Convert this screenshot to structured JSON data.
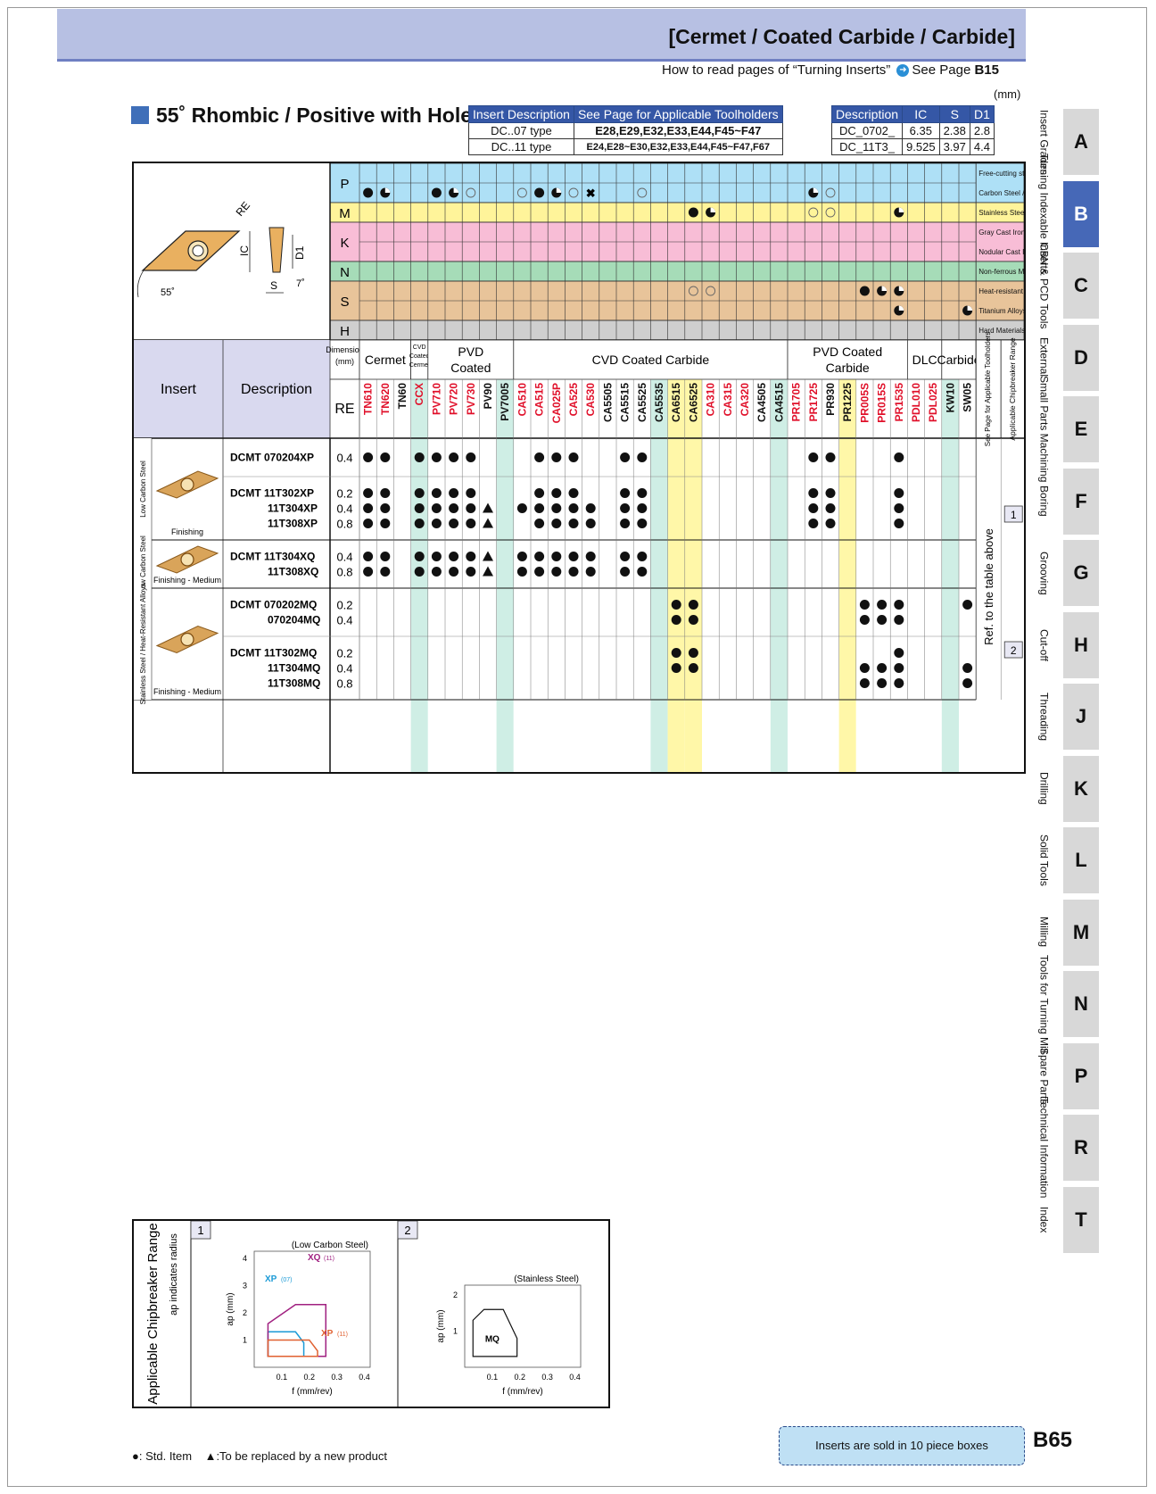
{
  "header": {
    "title": "[Cermet / Coated Carbide / Carbide]",
    "howto": "How to read pages of “Turning Inserts”",
    "see_page": "See Page",
    "see_page_num": "B15",
    "unit": "(mm)"
  },
  "section": {
    "title": "55˚ Rhombic / Positive with Hole"
  },
  "insert_desc": {
    "headers": [
      "Insert Description",
      "See Page for Applicable Toolholders"
    ],
    "rows": [
      [
        "DC..07 type",
        "E28,E29,E32,E33,E44,F45~F47"
      ],
      [
        "DC..11 type",
        "E24,E28~E30,E32,E33,E44,F45~F47,F67"
      ]
    ]
  },
  "dims": {
    "headers": [
      "Description",
      "IC",
      "S",
      "D1"
    ],
    "rows": [
      [
        "DC_0702_",
        "6.35",
        "2.38",
        "2.8"
      ],
      [
        "DC_11T3_",
        "9.525",
        "3.97",
        "4.4"
      ]
    ]
  },
  "diagram": {
    "labels": [
      "RE",
      "IC",
      "D1",
      "S",
      "7˚",
      "55˚"
    ]
  },
  "materials": [
    {
      "code": "P",
      "color": "#aee0f6",
      "sub": [
        {
          "label": "Free-cutting steel",
          "marks": []
        },
        {
          "label": "Carbon Steel / Alloy Steel",
          "marks": [
            [
              0,
              "f"
            ],
            [
              1,
              "h"
            ],
            [
              4,
              "f"
            ],
            [
              5,
              "h"
            ],
            [
              6,
              "o"
            ],
            [
              9,
              "o"
            ],
            [
              10,
              "f"
            ],
            [
              11,
              "h"
            ],
            [
              12,
              "o"
            ],
            [
              13,
              "x"
            ],
            [
              16,
              "o"
            ],
            [
              26,
              "h"
            ],
            [
              27,
              "o"
            ]
          ]
        }
      ]
    },
    {
      "code": "M",
      "color": "#fff49a",
      "sub": [
        {
          "label": "Stainless Steel",
          "marks": [
            [
              19,
              "f"
            ],
            [
              20,
              "h"
            ],
            [
              26,
              "o"
            ],
            [
              27,
              "o"
            ],
            [
              31,
              "h"
            ]
          ]
        }
      ]
    },
    {
      "code": "K",
      "color": "#f8bdd6",
      "sub": [
        {
          "label": "Gray Cast Iron",
          "marks": []
        },
        {
          "label": "Nodular Cast Iron",
          "marks": []
        }
      ]
    },
    {
      "code": "N",
      "color": "#a6dcb8",
      "sub": [
        {
          "label": "Non-ferrous Metals",
          "marks": []
        }
      ]
    },
    {
      "code": "S",
      "color": "#e8c49a",
      "sub": [
        {
          "label": "Heat-resistant Alloys",
          "marks": [
            [
              19,
              "o"
            ],
            [
              20,
              "o"
            ],
            [
              29,
              "f"
            ],
            [
              30,
              "h"
            ],
            [
              31,
              "h"
            ]
          ]
        },
        {
          "label": "Titanium Alloys",
          "marks": [
            [
              31,
              "h"
            ],
            [
              35,
              "h"
            ]
          ]
        }
      ]
    },
    {
      "code": "H",
      "color": "#cfcfcf",
      "sub": [
        {
          "label": "Hard Materials",
          "marks": []
        }
      ]
    }
  ],
  "groups": [
    {
      "label": "Dimension (mm)",
      "span": 1
    },
    {
      "label": "Cermet",
      "span": 3
    },
    {
      "label": "CVD Coated Cermet",
      "span": 1
    },
    {
      "label": "PVD Coated Cermet",
      "span": 5
    },
    {
      "label": "CVD Coated Carbide",
      "span": 16
    },
    {
      "label": "PVD Coated Carbide",
      "span": 7
    },
    {
      "label": "DLC",
      "span": 2
    },
    {
      "label": "Carbide",
      "span": 2
    }
  ],
  "grades": [
    {
      "n": "TN610",
      "c": "#e0102a",
      "bg": "#fff"
    },
    {
      "n": "TN620",
      "c": "#e0102a",
      "bg": "#fff"
    },
    {
      "n": "TN60",
      "c": "#111",
      "bg": "#fff"
    },
    {
      "n": "CCX",
      "c": "#e0102a",
      "bg": "#cfeee5"
    },
    {
      "n": "PV710",
      "c": "#e0102a",
      "bg": "#fff"
    },
    {
      "n": "PV720",
      "c": "#e0102a",
      "bg": "#fff"
    },
    {
      "n": "PV730",
      "c": "#e0102a",
      "bg": "#fff"
    },
    {
      "n": "PV90",
      "c": "#111",
      "bg": "#fff"
    },
    {
      "n": "PV7005",
      "c": "#111",
      "bg": "#cfeee5"
    },
    {
      "n": "CA510",
      "c": "#e0102a",
      "bg": "#fff"
    },
    {
      "n": "CA515",
      "c": "#e0102a",
      "bg": "#fff"
    },
    {
      "n": "CA025P",
      "c": "#e0102a",
      "bg": "#fff"
    },
    {
      "n": "CA525",
      "c": "#e0102a",
      "bg": "#fff"
    },
    {
      "n": "CA530",
      "c": "#e0102a",
      "bg": "#fff"
    },
    {
      "n": "CA5505",
      "c": "#111",
      "bg": "#fff"
    },
    {
      "n": "CA5515",
      "c": "#111",
      "bg": "#fff"
    },
    {
      "n": "CA5525",
      "c": "#111",
      "bg": "#fff"
    },
    {
      "n": "CA5535",
      "c": "#111",
      "bg": "#cfeee5"
    },
    {
      "n": "CA6515",
      "c": "#111",
      "bg": "#fff7a8"
    },
    {
      "n": "CA6525",
      "c": "#111",
      "bg": "#fff7a8"
    },
    {
      "n": "CA310",
      "c": "#e0102a",
      "bg": "#fff"
    },
    {
      "n": "CA315",
      "c": "#e0102a",
      "bg": "#fff"
    },
    {
      "n": "CA320",
      "c": "#e0102a",
      "bg": "#fff"
    },
    {
      "n": "CA4505",
      "c": "#111",
      "bg": "#fff"
    },
    {
      "n": "CA4515",
      "c": "#111",
      "bg": "#cfeee5"
    },
    {
      "n": "PR1705",
      "c": "#e0102a",
      "bg": "#fff"
    },
    {
      "n": "PR1725",
      "c": "#e0102a",
      "bg": "#fff"
    },
    {
      "n": "PR930",
      "c": "#111",
      "bg": "#fff"
    },
    {
      "n": "PR1225",
      "c": "#111",
      "bg": "#fff7a8"
    },
    {
      "n": "PR005S",
      "c": "#e0102a",
      "bg": "#fff"
    },
    {
      "n": "PR015S",
      "c": "#e0102a",
      "bg": "#fff"
    },
    {
      "n": "PR1535",
      "c": "#e0102a",
      "bg": "#fff"
    },
    {
      "n": "PDL010",
      "c": "#e0102a",
      "bg": "#fff"
    },
    {
      "n": "PDL025",
      "c": "#e0102a",
      "bg": "#fff"
    },
    {
      "n": "KW10",
      "c": "#111",
      "bg": "#cfeee5"
    },
    {
      "n": "SW05",
      "c": "#111",
      "bg": "#fff"
    }
  ],
  "col_labels": {
    "insert": "Insert",
    "description": "Description",
    "re": "RE",
    "see_page": "See Page for Applicable Toolholders",
    "chip_range": "Applicable Chipbreaker Range",
    "ref_note": "Ref. to the table above"
  },
  "legend_materials": [
    "Free-cutting steel",
    "Carbon Steel / Alloy Steel",
    "Stainless Steel",
    "Gray Cast Iron",
    "Nodular Cast Iron",
    "Non-ferrous Metals",
    "Heat-resistant Alloys",
    "Titanium Alloys",
    "Hard Materials"
  ],
  "row_groups": [
    {
      "side": "Low Carbon Steel",
      "caption": "Finishing",
      "chip": "1",
      "blocks": [
        {
          "rows": [
            {
              "desc": "DCMT 070204XP",
              "re": "0.4",
              "m": [
                0,
                1,
                3,
                4,
                5,
                6,
                10,
                11,
                12,
                15,
                16,
                26,
                27,
                31
              ]
            }
          ]
        },
        {
          "rows": [
            {
              "desc": "DCMT 11T302XP",
              "re": "0.2",
              "m": [
                0,
                1,
                3,
                4,
                5,
                6,
                10,
                11,
                12,
                15,
                16,
                26,
                27,
                31
              ]
            },
            {
              "desc": "11T304XP",
              "re": "0.4",
              "m": [
                0,
                1,
                3,
                4,
                5,
                6,
                "t7",
                9,
                10,
                11,
                12,
                13,
                15,
                16,
                26,
                27,
                31
              ]
            },
            {
              "desc": "11T308XP",
              "re": "0.8",
              "m": [
                0,
                1,
                3,
                4,
                5,
                6,
                "t7",
                10,
                11,
                12,
                13,
                15,
                16,
                26,
                27,
                31
              ]
            }
          ]
        }
      ]
    },
    {
      "side": "Low Carbon Steel",
      "caption": "Finishing - Medium",
      "chip": "",
      "blocks": [
        {
          "rows": [
            {
              "desc": "DCMT 11T304XQ",
              "re": "0.4",
              "m": [
                0,
                1,
                3,
                4,
                5,
                6,
                "t7",
                9,
                10,
                11,
                12,
                13,
                15,
                16
              ]
            },
            {
              "desc": "11T308XQ",
              "re": "0.8",
              "m": [
                0,
                1,
                3,
                4,
                5,
                6,
                "t7",
                9,
                10,
                11,
                12,
                13,
                15,
                16
              ]
            }
          ]
        }
      ]
    },
    {
      "side": "Stainless Steel / Heat-Resistant Alloys",
      "caption": "Finishing - Medium",
      "chip": "2",
      "blocks": [
        {
          "rows": [
            {
              "desc": "DCMT 070202MQ",
              "re": "0.2",
              "m": [
                18,
                19,
                29,
                30,
                31,
                35
              ]
            },
            {
              "desc": "070204MQ",
              "re": "0.4",
              "m": [
                18,
                19,
                29,
                30,
                31
              ]
            }
          ]
        },
        {
          "rows": [
            {
              "desc": "DCMT 11T302MQ",
              "re": "0.2",
              "m": [
                18,
                19,
                31
              ]
            },
            {
              "desc": "11T304MQ",
              "re": "0.4",
              "m": [
                18,
                19,
                29,
                30,
                31,
                35
              ]
            },
            {
              "desc": "11T308MQ",
              "re": "0.8",
              "m": [
                29,
                30,
                31,
                35
              ]
            }
          ]
        }
      ]
    }
  ],
  "sidebar": [
    {
      "letter": "A",
      "label": "Insert Grades"
    },
    {
      "letter": "B",
      "label": "Turning Indexable Inserts",
      "active": true
    },
    {
      "letter": "C",
      "label": "CBN & PCD Tools"
    },
    {
      "letter": "D",
      "label": "External"
    },
    {
      "letter": "E",
      "label": "Small Parts Machining"
    },
    {
      "letter": "F",
      "label": "Boring"
    },
    {
      "letter": "G",
      "label": "Grooving"
    },
    {
      "letter": "H",
      "label": "Cut-off"
    },
    {
      "letter": "J",
      "label": "Threading"
    },
    {
      "letter": "K",
      "label": "Drilling"
    },
    {
      "letter": "L",
      "label": "Solid Tools"
    },
    {
      "letter": "M",
      "label": "Milling"
    },
    {
      "letter": "N",
      "label": "Tools for Turning Mill"
    },
    {
      "letter": "P",
      "label": "Spare Parts"
    },
    {
      "letter": "R",
      "label": "Technical Information"
    },
    {
      "letter": "T",
      "label": "Index"
    }
  ],
  "chipbreaker": {
    "title": "Applicable Chipbreaker Range",
    "subtitle": "ap indicates radius",
    "panels": [
      {
        "num": "1",
        "material": "(Low Carbon Steel)",
        "ylabel": "ap (mm)",
        "xlabel": "f (mm/rev)",
        "yticks": [
          "1",
          "2",
          "3",
          "4"
        ],
        "xticks": [
          "0.1",
          "0.2",
          "0.3",
          "0.4"
        ],
        "labels": [
          {
            "name": "XP",
            "sub": "(07)",
            "color": "#1a9ad6"
          },
          {
            "name": "XQ",
            "sub": "(11)",
            "color": "#a02080"
          },
          {
            "name": "XP",
            "sub": "(11)",
            "color": "#e06030"
          }
        ]
      },
      {
        "num": "2",
        "material": "(Stainless Steel)",
        "ylabel": "ap (mm)",
        "xlabel": "f (mm/rev)",
        "yticks": [
          "1",
          "2"
        ],
        "xticks": [
          "0.1",
          "0.2",
          "0.3",
          "0.4"
        ],
        "labels": [
          {
            "name": "MQ",
            "sub": "",
            "color": "#111"
          }
        ]
      }
    ]
  },
  "legend": {
    "std": ": Std. Item",
    "replace": ":To be replaced by a new product"
  },
  "footer": {
    "boxes": "Inserts are sold in 10 piece boxes",
    "page": "B65"
  }
}
